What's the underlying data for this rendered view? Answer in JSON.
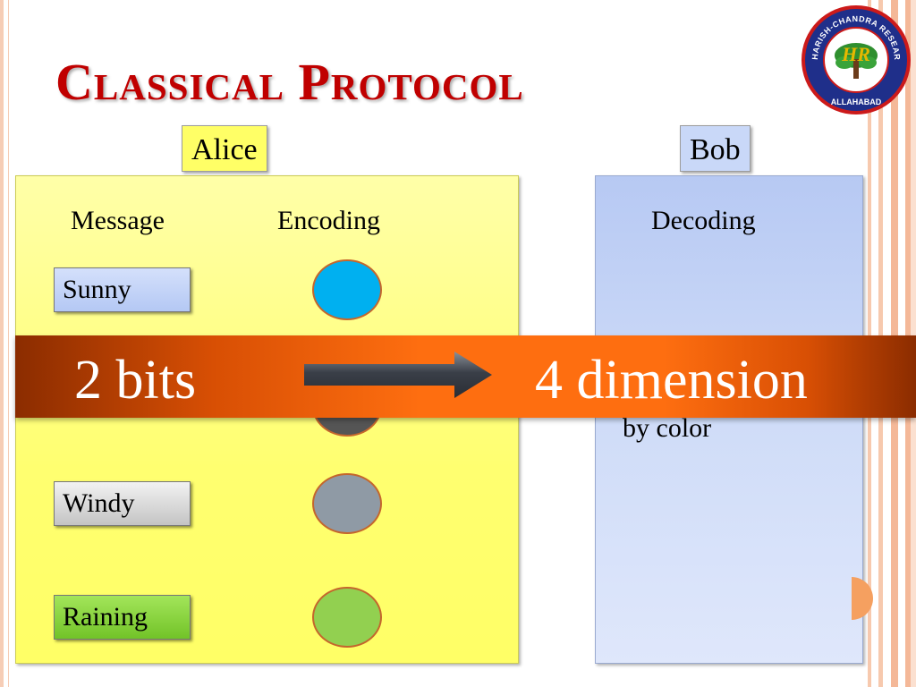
{
  "slide": {
    "title": "Classical Protocol"
  },
  "logo": {
    "text": "HARISH-CHANDRA RESEARCH INSTITUTE · ALLAHABAD · HRI",
    "icon": "institute-seal-logo"
  },
  "alice": {
    "label": "Alice",
    "headers": {
      "message": "Message",
      "encoding": "Encoding"
    },
    "messages": [
      "Sunny",
      "Windy",
      "Raining"
    ],
    "colors": {
      "sunny": "#00b0f0",
      "windy": "#8f9aa5",
      "raining": "#92d050"
    }
  },
  "bob": {
    "label": "Bob",
    "header": "Decoding",
    "note": "by color"
  },
  "banner": {
    "left": "2 bits",
    "right": "4 dimension",
    "arrow_icon": "right-arrow-icon"
  }
}
